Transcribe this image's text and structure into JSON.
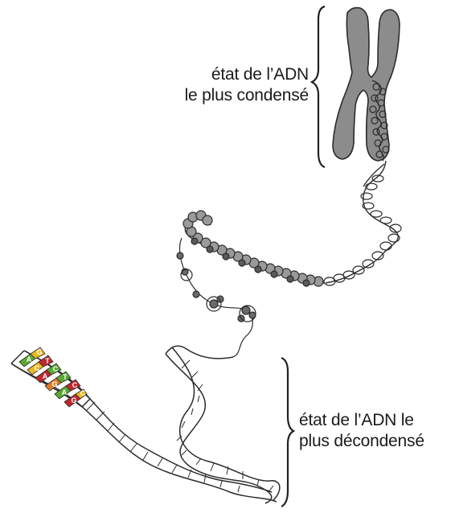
{
  "labels": {
    "condensed": {
      "line1": "état de l’ADN",
      "line2": "le plus condensé"
    },
    "decondensed": {
      "line1": "état de l’ADN le",
      "line2": "plus décondensé"
    }
  },
  "base_letters": [
    "A",
    "G",
    "C",
    "T",
    "A",
    "C",
    "G",
    "T",
    "A",
    "C",
    "G",
    "C",
    "G",
    "T",
    "C",
    "G"
  ],
  "colors": {
    "chromosome": "#8c8c8c",
    "outline": "#2b2b2b",
    "base_green": "#5aa832",
    "base_yellow": "#e8b923",
    "base_red": "#c0262d",
    "base_orange": "#e07b24"
  }
}
